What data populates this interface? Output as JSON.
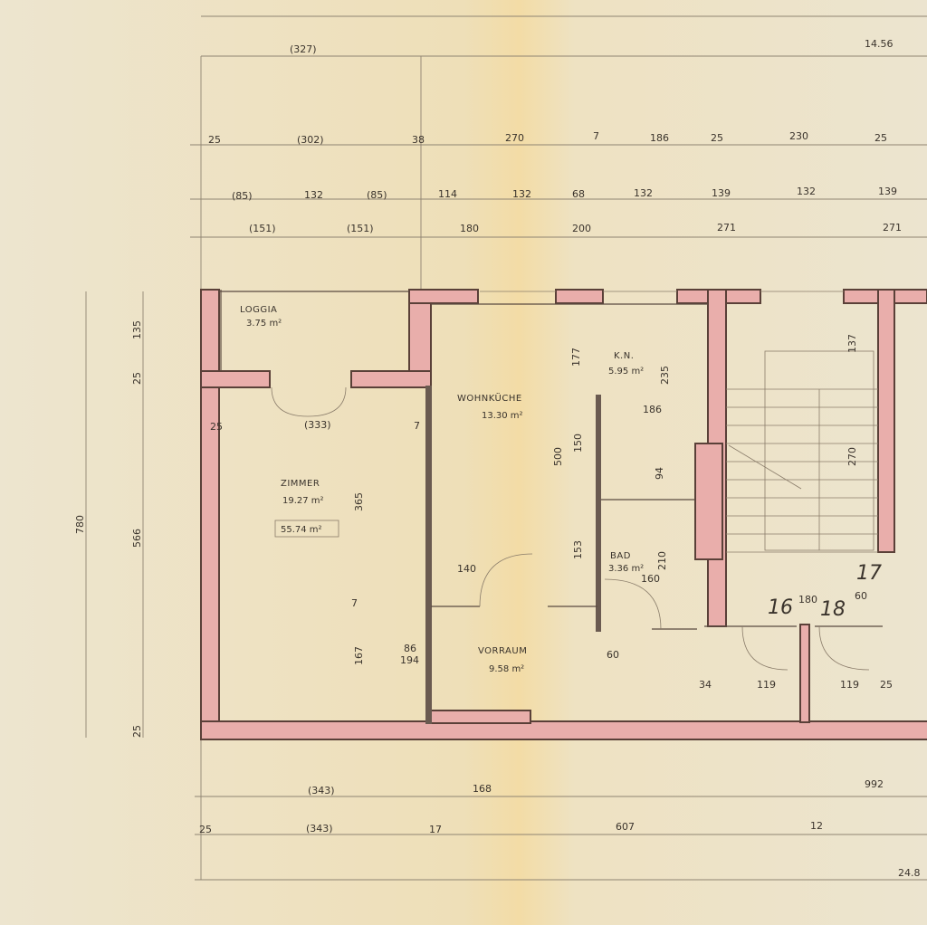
{
  "colors": {
    "paper": "#efe6cf",
    "paper_fold": "#f3dfae",
    "wall_fill": "#e9aeab",
    "wall_outline": "#5a4038",
    "ink": "#3a332c"
  },
  "rooms": {
    "loggia": {
      "name": "LOGGIA",
      "area": "3.75 m²"
    },
    "zimmer": {
      "name": "ZIMMER",
      "area": "19.27 m²",
      "total": "55.74 m²"
    },
    "wohnkueche": {
      "name": "WOHNKÜCHE",
      "area": "13.30 m²"
    },
    "kn": {
      "name": "K.N.",
      "area": "5.95 m²"
    },
    "bad": {
      "name": "BAD",
      "area": "3.36 m²"
    },
    "vorraum": {
      "name": "VORRAUM",
      "area": "9.58 m²"
    }
  },
  "stair_numbers": [
    "16",
    "17",
    "18"
  ],
  "dimensions": {
    "top_row1": [
      "(327)",
      "14.56"
    ],
    "top_row2": [
      "25",
      "(302)",
      "38",
      "270",
      "7",
      "186",
      "25",
      "230",
      "25"
    ],
    "top_row3": [
      "(85)",
      "132",
      "(85)",
      "114",
      "132",
      "68",
      "132",
      "139",
      "132",
      "139"
    ],
    "top_row4": [
      "(151)",
      "(151)",
      "180",
      "200",
      "271",
      "271"
    ],
    "left": [
      "780",
      "135",
      "25",
      "566",
      "25"
    ],
    "bottom_row1": [
      "(343)",
      "168",
      "992"
    ],
    "bottom_row2": [
      "25",
      "(343)",
      "17",
      "607",
      "12"
    ],
    "bottom_total": "24.8",
    "interior": [
      "(333)",
      "365",
      "7",
      "177",
      "235",
      "186",
      "500",
      "150",
      "153",
      "140",
      "167",
      "86",
      "194",
      "60",
      "119",
      "119",
      "25",
      "34",
      "180",
      "137",
      "270",
      "60",
      "210",
      "160",
      "94",
      "25",
      "7"
    ]
  }
}
